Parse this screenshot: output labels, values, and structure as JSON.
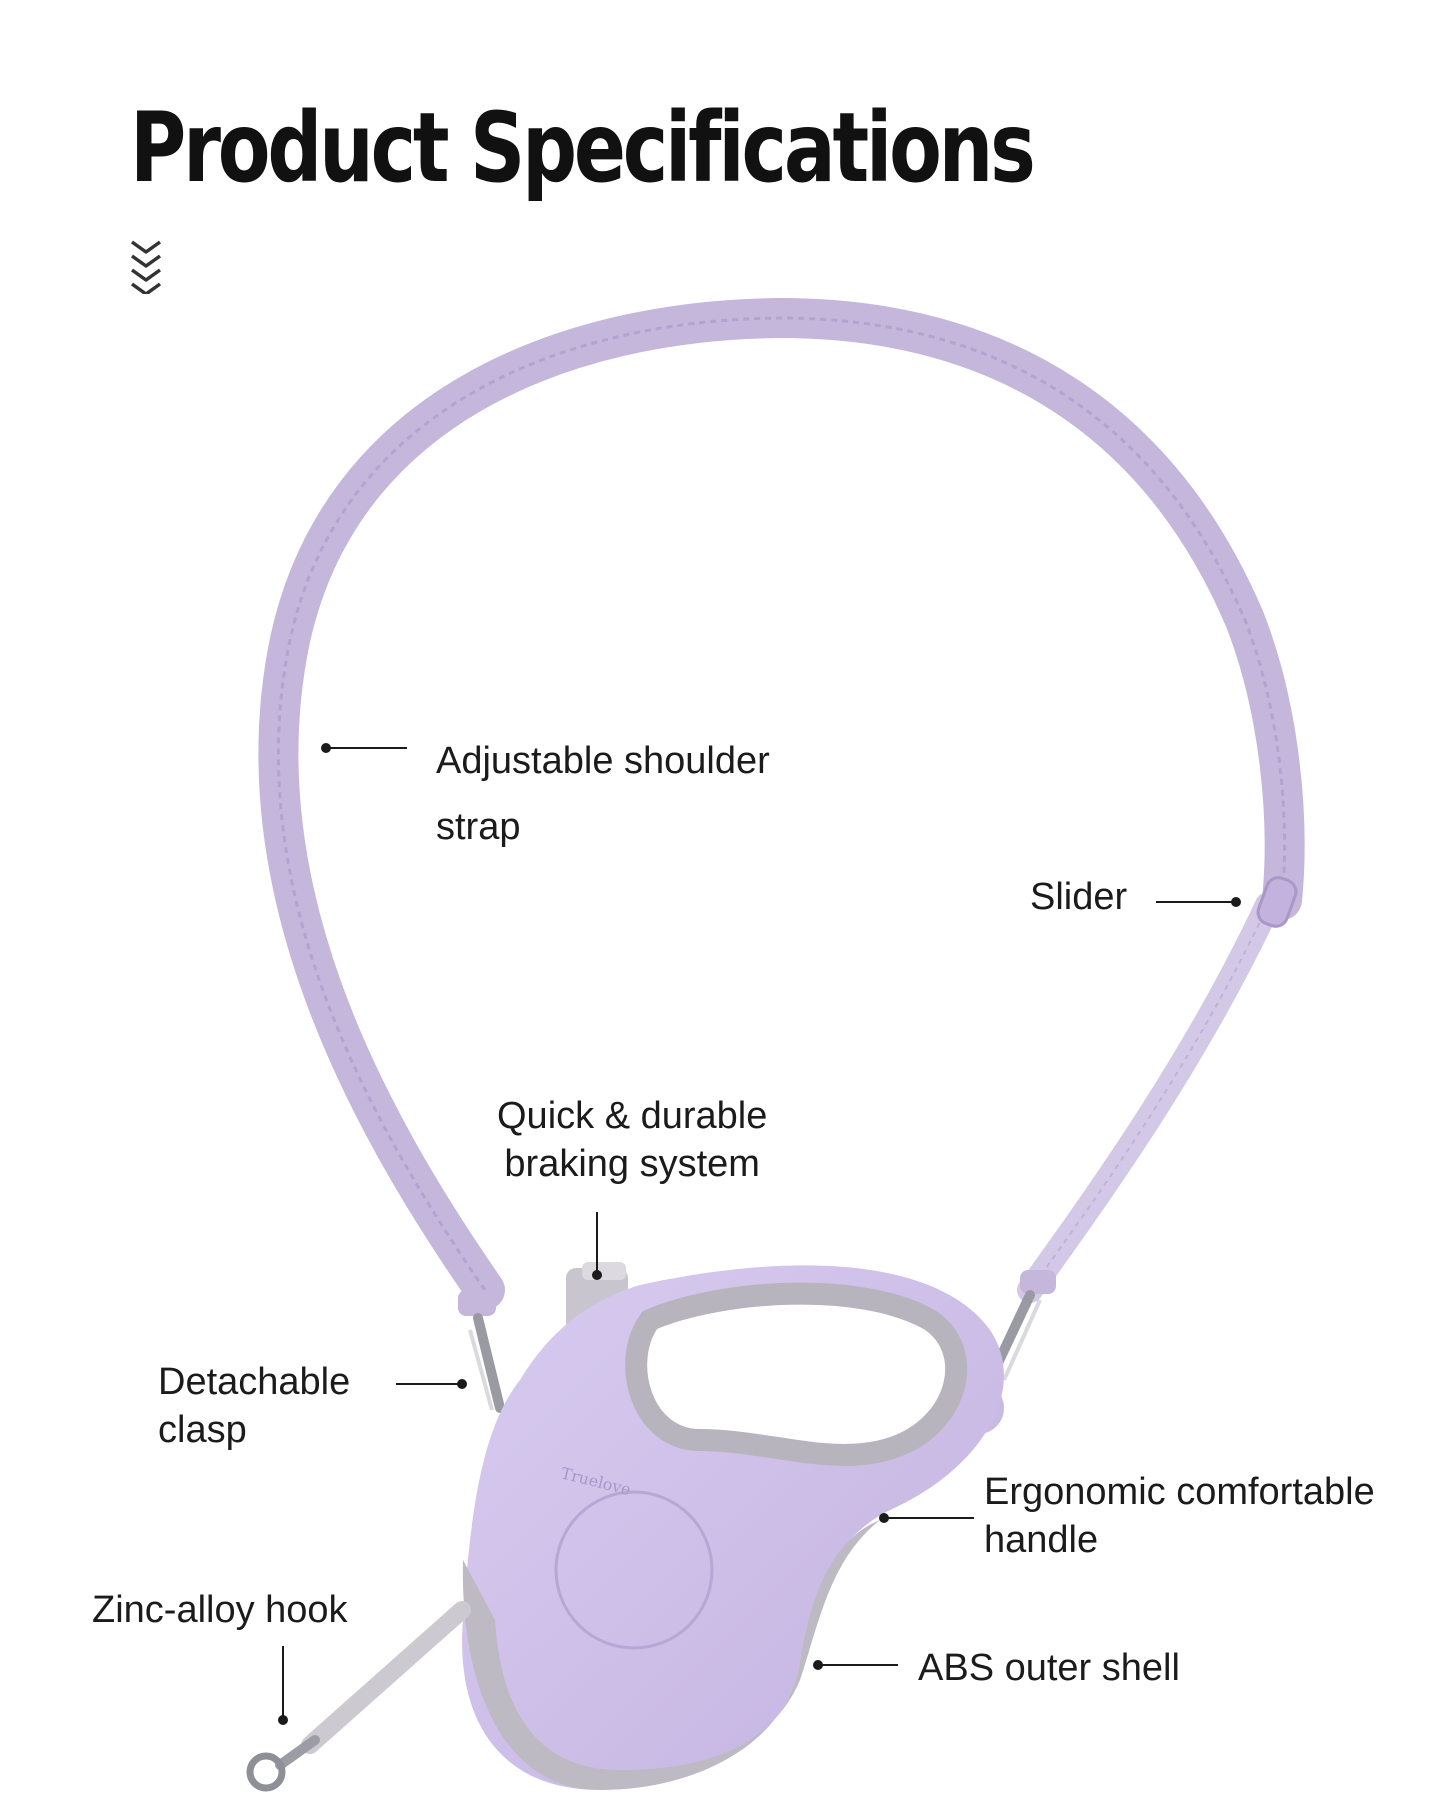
{
  "heading": {
    "title": "Product Specifications"
  },
  "icons": {
    "scroll_indicator": "triple-chevron-down-icon"
  },
  "colors": {
    "strap": "#c5b6dc",
    "shell": "#cfc0e8",
    "grip": "#bdbac3",
    "title": "#111111"
  },
  "callouts": {
    "strap": {
      "line1": "Adjustable shoulder",
      "line2": "strap"
    },
    "slider": {
      "text": "Slider"
    },
    "brake": {
      "line1": "Quick & durable",
      "line2": "braking system"
    },
    "clasp": {
      "line1": "Detachable",
      "line2": "clasp"
    },
    "handle": {
      "line1": "Ergonomic comfortable",
      "line2": "handle"
    },
    "hook": {
      "text": "Zinc-alloy hook"
    },
    "shell": {
      "text": "ABS outer shell"
    }
  }
}
